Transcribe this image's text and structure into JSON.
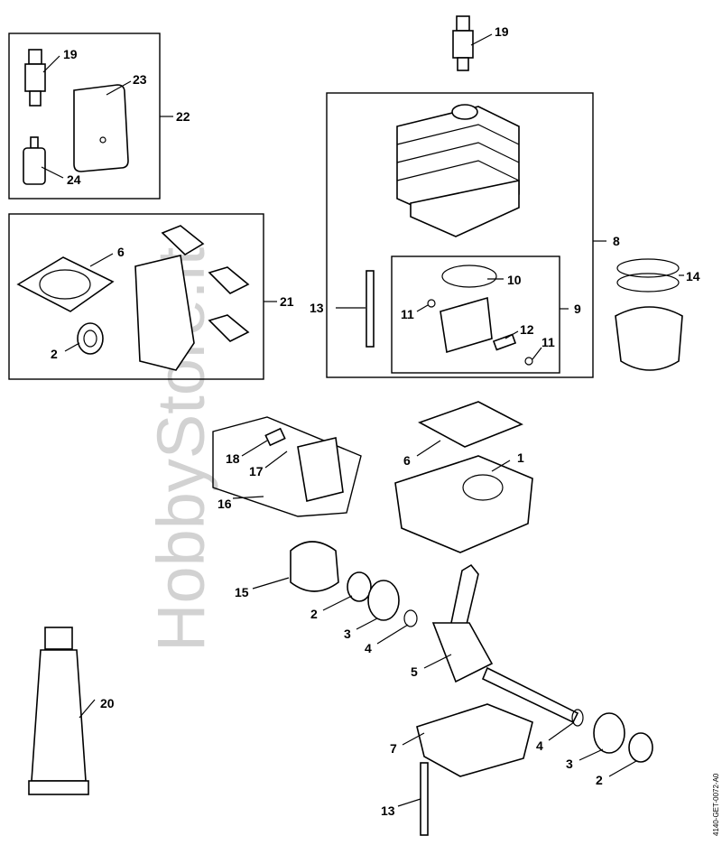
{
  "diagram": {
    "watermark": "HobbyStore.it",
    "drawing_code": "4140-GET-0072-A0",
    "callouts": {
      "spark_plug_kit": "19",
      "air_filter": "23",
      "kit_box_22": "22",
      "fuel_filter": "24",
      "spark_plug": "19",
      "cylinder_assembly": "8",
      "gasket_kit_gasket": "6",
      "gasket_kit": "21",
      "screw_top": "13",
      "circlip_left": "11",
      "piston_ring": "10",
      "piston_assembly": "9",
      "piston_ring_set": "14",
      "oil_seal_kit": "2",
      "piston_pin": "12",
      "circlip_right": "11",
      "screw_insert": "18",
      "spring": "17",
      "cylinder_gasket": "6",
      "crankcase_top": "1",
      "fan_housing_kit": "16",
      "clutch_drum": "15",
      "oil_seal_left": "2",
      "ball_bearing_left": "3",
      "washer_left": "4",
      "crankshaft": "5",
      "grease_tube": "20",
      "crankcase_bottom": "7",
      "washer_right": "4",
      "ball_bearing_right": "3",
      "oil_seal_right": "2",
      "screw_bottom": "13"
    }
  }
}
